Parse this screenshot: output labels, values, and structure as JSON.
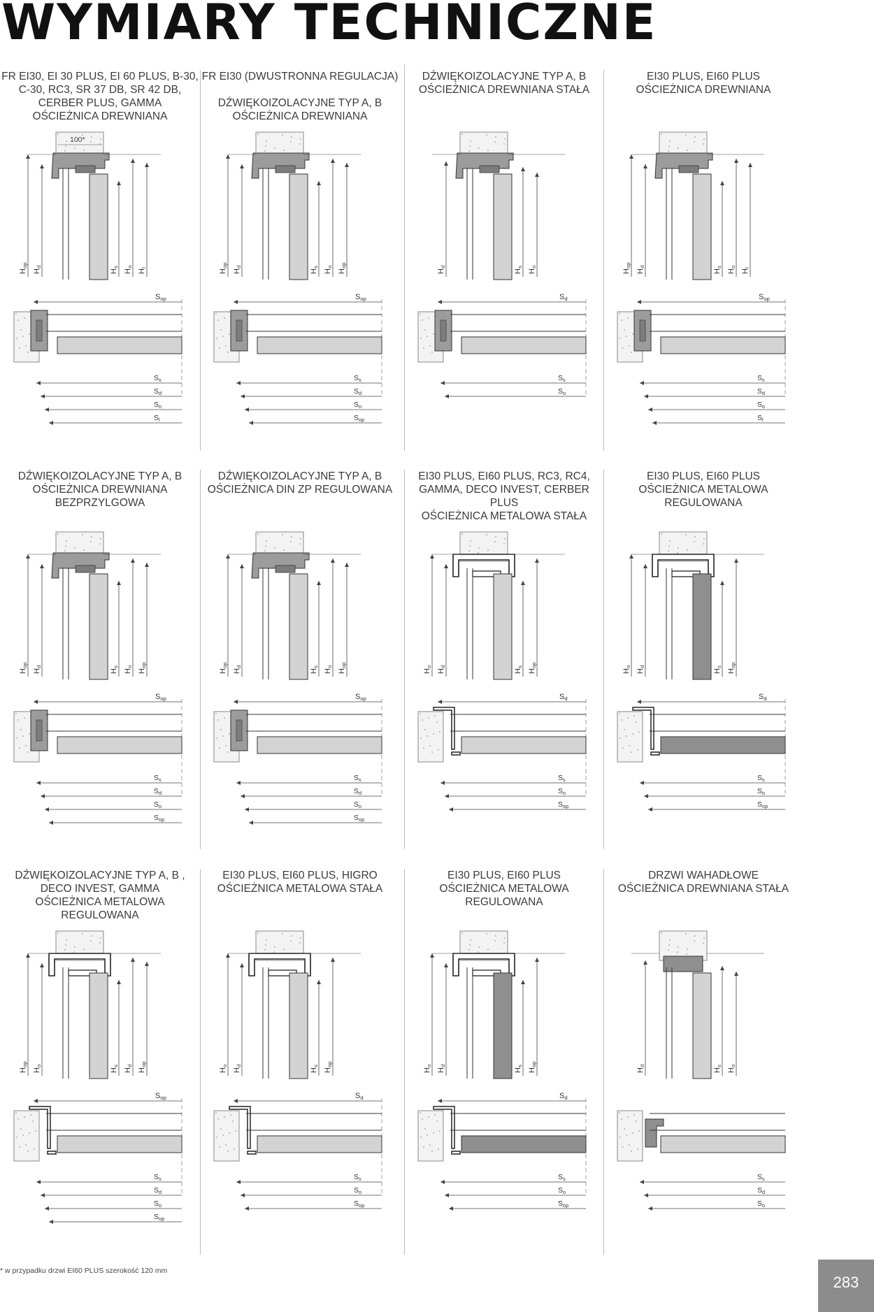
{
  "page": {
    "title": "WYMIARY TECHNICZNE",
    "footnote": "* w przypadku drzwi EI60 PLUS szerokość 120 mm",
    "page_number": "283"
  },
  "rows": [
    {
      "columns": [
        {
          "header": [
            "FR EI30, EI 30 PLUS, EI 60 PLUS, B-30,",
            "C-30, RC3, SR 37 dB, SR 42 dB,",
            "CERBER PLUS, GAMMA",
            "OŚCIEŻNICA DREWNIANA"
          ],
          "frame_kind": "wood",
          "note_label": "100*",
          "elevation_labels": [
            "Hop",
            "Hd",
            "Hs",
            "Ho",
            "Hl"
          ],
          "top_label": "Sop",
          "plan_labels": [
            "Ss",
            "Sd",
            "So",
            "Sl"
          ]
        },
        {
          "header": [
            "FR EI30 (DWUSTRONNA REGULACJA)",
            "",
            "DŹWIĘKOIZOLACYJNE TYP A, B",
            "OŚCIEŻNICA DREWNIANA"
          ],
          "frame_kind": "wood",
          "note_label": "",
          "elevation_labels": [
            "Hop",
            "Hd",
            "Hs",
            "Ho",
            "Hop"
          ],
          "top_label": "Sop",
          "plan_labels": [
            "Ss",
            "Sd",
            "So",
            "Sop"
          ]
        },
        {
          "header": [
            "DŹWIĘKOIZOLACYJNE TYP A, B",
            "OŚCIEŻNICA DREWNIANA STAŁA"
          ],
          "frame_kind": "wood-fixed",
          "note_label": "",
          "elevation_labels": [
            "Hd",
            "Hs",
            "Ho"
          ],
          "top_label": "Sd",
          "plan_labels": [
            "Ss",
            "So"
          ]
        },
        {
          "header": [
            "EI30 PLUS, EI60 PLUS",
            "OŚCIEŻNICA DREWNIANA"
          ],
          "frame_kind": "wood",
          "note_label": "",
          "elevation_labels": [
            "Hop",
            "Hd",
            "Hs",
            "Ho",
            "Hl"
          ],
          "top_label": "Sop",
          "plan_labels": [
            "Ss",
            "Sd",
            "So",
            "Sl"
          ]
        }
      ]
    },
    {
      "columns": [
        {
          "header": [
            "DŹWIĘKOIZOLACYJNE TYP A, B",
            "OŚCIEŻNICA DREWNIANA",
            "BEZPRZYLGOWA"
          ],
          "frame_kind": "wood",
          "note_label": "",
          "elevation_labels": [
            "Hop",
            "Hd",
            "Hs",
            "Ho",
            "Hop"
          ],
          "top_label": "Sop",
          "plan_labels": [
            "Ss",
            "Sd",
            "So",
            "Sop"
          ]
        },
        {
          "header": [
            "DŹWIĘKOIZOLACYJNE TYP A, B",
            "OŚCIEŻNICA DIN ZP REGULOWANA"
          ],
          "frame_kind": "wood",
          "note_label": "",
          "elevation_labels": [
            "Hop",
            "Hd",
            "Hs",
            "Ho",
            "Hop"
          ],
          "top_label": "Sop",
          "plan_labels": [
            "Ss",
            "Sd",
            "So",
            "Sop"
          ]
        },
        {
          "header": [
            "EI30 PLUS, EI60 PLUS, RC3, RC4,",
            "GAMMA, DECO INVEST, CERBER PLUS",
            "OŚCIEŻNICA METALOWA STAŁA"
          ],
          "frame_kind": "metal",
          "note_label": "",
          "elevation_labels": [
            "Ho",
            "Hd",
            "Hs",
            "Hop"
          ],
          "top_label": "Sd",
          "plan_labels": [
            "Ss",
            "So",
            "Sop"
          ]
        },
        {
          "header": [
            "EI30 PLUS, EI60 PLUS",
            "OŚCIEŻNICA METALOWA",
            "REGULOWANA"
          ],
          "frame_kind": "metal-adjustable",
          "note_label": "",
          "elevation_labels": [
            "Ho",
            "Hd",
            "Hs",
            "Hop"
          ],
          "top_label": "Sd",
          "plan_labels": [
            "Ss",
            "So",
            "Sop"
          ]
        }
      ]
    },
    {
      "columns": [
        {
          "header": [
            "DŹWIĘKOIZOLACYJNE TYP A, B ,",
            "DECO INVEST, GAMMA",
            "OŚCIEŻNICA METALOWA",
            "REGULOWANA"
          ],
          "frame_kind": "metal",
          "note_label": "",
          "elevation_labels": [
            "Hop",
            "Ho",
            "Hs",
            "Hd",
            "Hop"
          ],
          "top_label": "Sop",
          "plan_labels": [
            "Ss",
            "Sd",
            "So",
            "Sop"
          ]
        },
        {
          "header": [
            "EI30 PLUS, EI60 PLUS, HIGRO",
            "OŚCIEŻNICA METALOWA STAŁA"
          ],
          "frame_kind": "metal",
          "note_label": "",
          "elevation_labels": [
            "Ho",
            "Hd",
            "Hs",
            "Hop"
          ],
          "top_label": "Sd",
          "plan_labels": [
            "Ss",
            "So",
            "Sop"
          ]
        },
        {
          "header": [
            "EI30 PLUS, EI60 PLUS",
            "OŚCIEŻNICA METALOWA",
            "REGULOWANA"
          ],
          "frame_kind": "metal-adjustable",
          "note_label": "",
          "elevation_labels": [
            "Ho",
            "Hd",
            "Hs",
            "Hop"
          ],
          "top_label": "Sd",
          "plan_labels": [
            "Ss",
            "So",
            "Sop"
          ]
        },
        {
          "header": [
            "DRZWI WAHADŁOWE",
            "OŚCIEŻNICA DREWNIANA STAŁA"
          ],
          "frame_kind": "swing",
          "note_label": "",
          "elevation_labels": [
            "Hd",
            "Hs",
            "Ho"
          ],
          "top_label": "",
          "plan_labels": [
            "Ss",
            "Sd",
            "So"
          ]
        }
      ]
    }
  ]
}
